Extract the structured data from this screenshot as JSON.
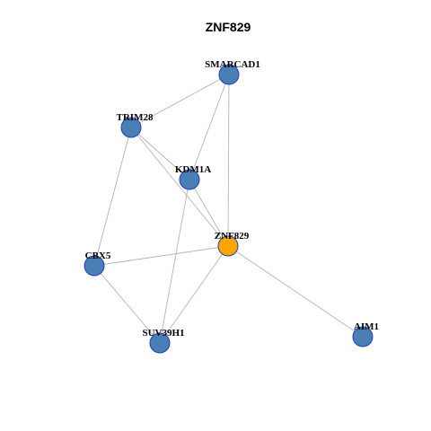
{
  "title": "ZNF829",
  "colors": {
    "node_default": "#4a7fb5",
    "node_focus": "#ffa500",
    "node_border": "#1f3fbf",
    "edge": "#b4b4b4"
  },
  "nodes": [
    {
      "id": "SMARCAD1",
      "label": "SMARCAD1",
      "focus": false
    },
    {
      "id": "TRIM28",
      "label": "TRIM28",
      "focus": false
    },
    {
      "id": "KDM1A",
      "label": "KDM1A",
      "focus": false
    },
    {
      "id": "ZNF829",
      "label": "ZNF829",
      "focus": true
    },
    {
      "id": "CBX5",
      "label": "CBX5",
      "focus": false
    },
    {
      "id": "SUV39H1",
      "label": "SUV39H1",
      "focus": false
    },
    {
      "id": "AIM1",
      "label": "AIM1",
      "focus": false
    }
  ],
  "edges": [
    [
      "SMARCAD1",
      "TRIM28"
    ],
    [
      "SMARCAD1",
      "KDM1A"
    ],
    [
      "SMARCAD1",
      "ZNF829"
    ],
    [
      "TRIM28",
      "KDM1A"
    ],
    [
      "TRIM28",
      "ZNF829"
    ],
    [
      "TRIM28",
      "CBX5"
    ],
    [
      "KDM1A",
      "ZNF829"
    ],
    [
      "KDM1A",
      "SUV39H1"
    ],
    [
      "ZNF829",
      "CBX5"
    ],
    [
      "ZNF829",
      "SUV39H1"
    ],
    [
      "ZNF829",
      "AIM1"
    ],
    [
      "CBX5",
      "SUV39H1"
    ]
  ]
}
